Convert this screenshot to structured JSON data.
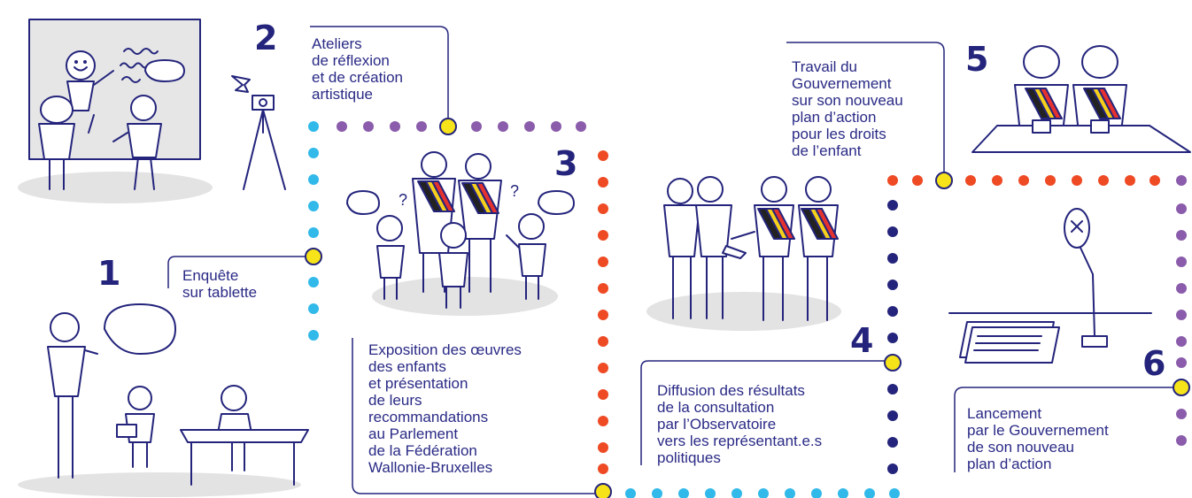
{
  "colors": {
    "navy": "#24247c",
    "cyan": "#31b9ea",
    "purple": "#8a5cab",
    "red": "#ee4a24",
    "yellow": "#f6e319",
    "gray": "#e2e2e2",
    "flag_black": "#222222",
    "flag_yellow": "#f6d11b",
    "flag_red": "#e5322f"
  },
  "steps": [
    {
      "number": "1",
      "lines": [
        "Enquête",
        "sur tablette"
      ]
    },
    {
      "number": "2",
      "lines": [
        "Ateliers",
        "de réflexion",
        "et de création",
        "artistique"
      ]
    },
    {
      "number": "3",
      "lines": [
        "Exposition des œuvres",
        "des enfants",
        "et présentation",
        "de leurs",
        "recommandations",
        "au Parlement",
        "de la Fédération",
        "Wallonie-Bruxelles"
      ]
    },
    {
      "number": "4",
      "lines": [
        "Diffusion des résultats",
        "de la consultation",
        "par l’Observatoire",
        "vers les représentant.e.s",
        "politiques"
      ]
    },
    {
      "number": "5",
      "lines": [
        "Travail du",
        "Gouvernement",
        "sur son nouveau",
        "plan d’action",
        "pour les droits",
        "de l’enfant"
      ]
    },
    {
      "number": "6",
      "lines": [
        "Lancement",
        "par le Gouvernement",
        "de son nouveau",
        "plan d’action"
      ]
    }
  ]
}
